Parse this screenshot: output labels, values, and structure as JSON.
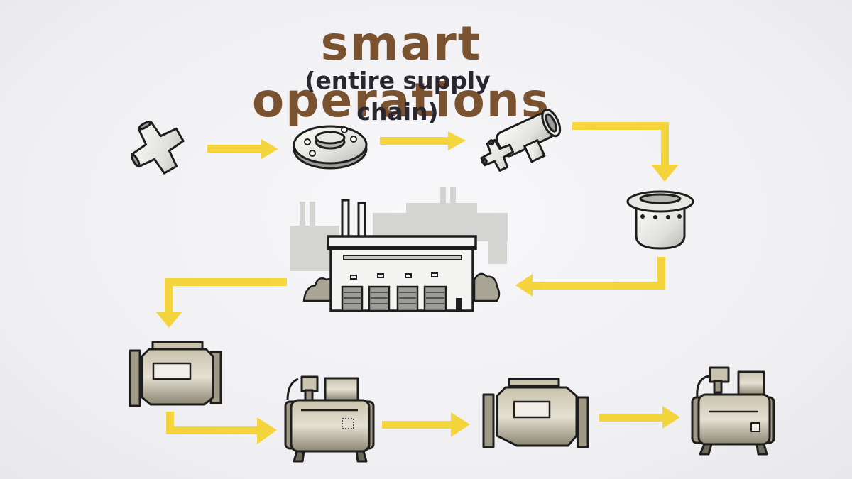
{
  "header": {
    "title": "smart operations",
    "subtitle": "(entire supply chain)"
  },
  "colors": {
    "title": "#7a5230",
    "subtitle": "#2a2630",
    "arrow": "#f5d22e",
    "outline": "#1e1e1e",
    "part_fill": "#e6e6e2",
    "machine_fill": "#a09a86",
    "factory_fill": "#f4f4f2",
    "background": "#f2f2f4"
  },
  "flow": {
    "nodes": [
      {
        "id": "cross-fitting",
        "label": "cross pipe fitting"
      },
      {
        "id": "flange",
        "label": "flange"
      },
      {
        "id": "pipe-tee-assembly",
        "label": "pipe tee assembly"
      },
      {
        "id": "flanged-sleeve",
        "label": "flanged sleeve"
      },
      {
        "id": "factory",
        "label": "factory"
      },
      {
        "id": "pump-1",
        "label": "pump"
      },
      {
        "id": "compressor-1",
        "label": "compressor unit"
      },
      {
        "id": "pump-2",
        "label": "pump"
      },
      {
        "id": "compressor-2",
        "label": "compressor unit"
      }
    ],
    "arrows": [
      {
        "from": "cross-fitting",
        "to": "flange",
        "direction": "right"
      },
      {
        "from": "flange",
        "to": "pipe-tee-assembly",
        "direction": "right"
      },
      {
        "from": "pipe-tee-assembly",
        "to": "flanged-sleeve",
        "direction": "right-then-down"
      },
      {
        "from": "flanged-sleeve",
        "to": "factory",
        "direction": "down-then-left"
      },
      {
        "from": "factory",
        "to": "pump-1",
        "direction": "left-then-down"
      },
      {
        "from": "pump-1",
        "to": "compressor-1",
        "direction": "down-then-right"
      },
      {
        "from": "compressor-1",
        "to": "pump-2",
        "direction": "right"
      },
      {
        "from": "pump-2",
        "to": "compressor-2",
        "direction": "right"
      }
    ]
  }
}
